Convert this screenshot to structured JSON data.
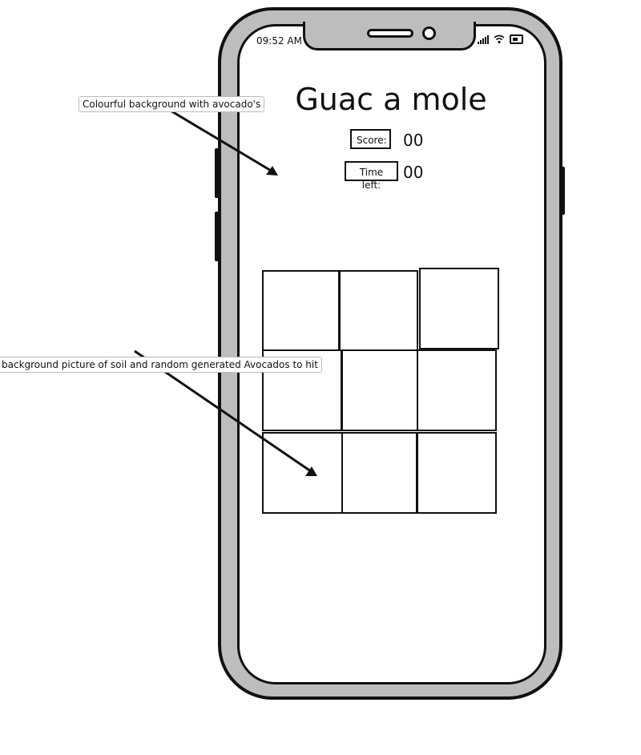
{
  "status_bar": {
    "time": "09:52 AM",
    "icons": [
      "signal-icon",
      "wifi-icon",
      "battery-icon"
    ]
  },
  "game": {
    "title": "Guac a mole",
    "score_label": "Score:",
    "score_value": "00",
    "time_label": "Time left:",
    "time_value": "00",
    "grid": {
      "rows": 3,
      "cols": 3
    }
  },
  "annotations": [
    {
      "text": "Colourful background with avocado's"
    },
    {
      "text": "background picture of soil and random generated Avocados to hit"
    }
  ],
  "colors": {
    "frame": "#bdbdbd",
    "stroke": "#111111",
    "screen": "#ffffff"
  }
}
